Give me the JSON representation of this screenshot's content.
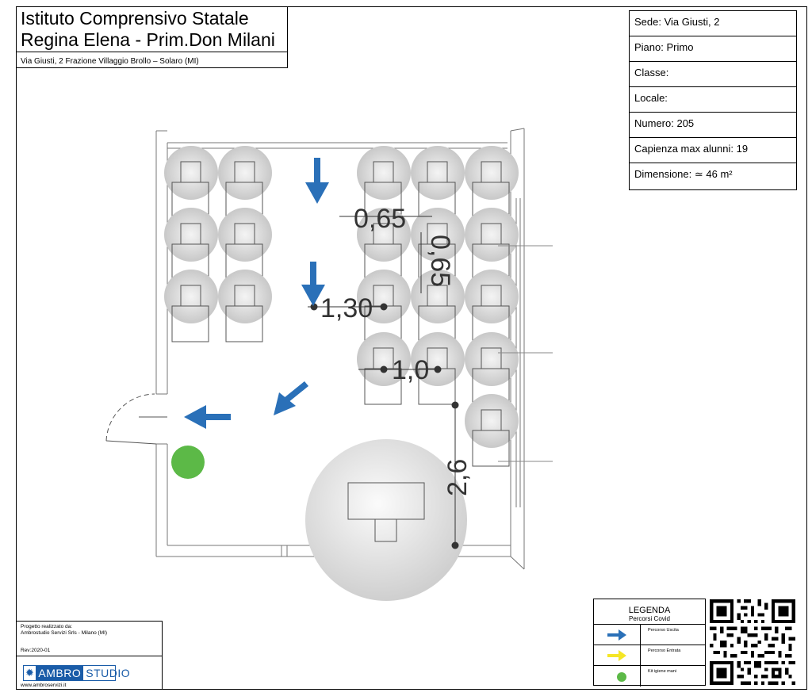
{
  "header": {
    "title_line1": "Istituto Comprensivo Statale",
    "title_line2": "Regina Elena - Prim.Don Milani",
    "address": "Via Giusti, 2 Frazione Villaggio Brollo – Solaro (MI)"
  },
  "info": {
    "sede": "Sede:  Via Giusti, 2",
    "piano": "Piano: Primo",
    "classe": "Classe:",
    "locale": "Locale:",
    "numero": "Numero: 205",
    "capienza": "Capienza max alunni: 19",
    "dimensione": "Dimensione: ≃ 46 m²"
  },
  "plan": {
    "dim_065_h": "0,65",
    "dim_065_v": "0,65",
    "dim_130": "1,30",
    "dim_10": "1,0",
    "dim_26": "2,6",
    "colors": {
      "exit_arrow": "#2a70b8",
      "entry_arrow": "#f5e626",
      "hand_kit": "#5cb947",
      "distance_circle": "#d4d4d4"
    }
  },
  "credits": {
    "line1": "Progetto realizzato da:",
    "line2": "Ambrostudio Servizi Srls - Milano (MI)",
    "rev": "Rev:2020-01",
    "logo_part1": "AMBRO",
    "logo_part2": "STUDIO",
    "website": "www.ambroservizi.it"
  },
  "legend": {
    "title": "LEGENDA",
    "subtitle": "Percorsi Covid",
    "items": [
      {
        "label": "Percorso Uscita",
        "icon": "blue-arrow-icon"
      },
      {
        "label": "Percorso Entrata",
        "icon": "yellow-arrow-icon"
      },
      {
        "label": "Kit igiene mani",
        "icon": "green-dot-icon"
      }
    ]
  }
}
